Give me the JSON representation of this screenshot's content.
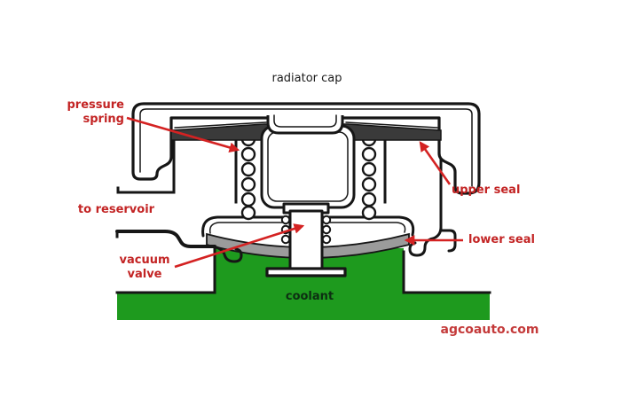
{
  "diagram": {
    "title": "radiator cap",
    "labels": {
      "pressure_spring": [
        "pressure",
        "spring"
      ],
      "to_reservoir": "to reservoir",
      "vacuum_valve": [
        "vacuum",
        "valve"
      ],
      "upper_seal": "upper seal",
      "lower_seal": "lower seal",
      "coolant": "coolant"
    },
    "watermark": "agcoauto.com"
  },
  "colors": {
    "outline": "#161616",
    "ink": "#1a1a1a",
    "label_red": "#c32424",
    "arrow_red": "#d42222",
    "coolant_green": "#1e9a1e",
    "coolant_text": "#0d2f12",
    "watermark_red": "#c43a3a",
    "seal_dark": "#3a3a3a",
    "seal_gray": "#9b9b9b"
  }
}
